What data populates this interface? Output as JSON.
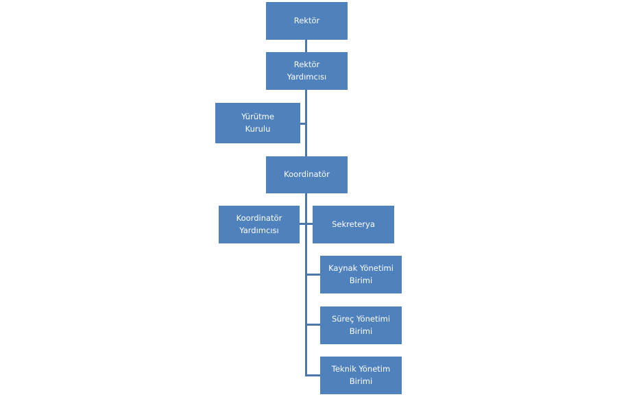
{
  "org_chart": {
    "rektor": [
      "Rektör"
    ],
    "rektor_yardimcisi": [
      "Rektör",
      "Yardımcısı"
    ],
    "yurutme_kurulu": [
      "Yürütme",
      "Kurulu"
    ],
    "koordinator": [
      "Koordinatör"
    ],
    "koordinator_yardimcisi": [
      "Koordinatör",
      "Yardımcısı"
    ],
    "sekreterya": [
      "Sekreterya"
    ],
    "kaynak_yonetimi_birimi": [
      "Kaynak Yönetimi",
      "Birimi"
    ],
    "surec_yonetimi_birimi": [
      "Süreç Yönetimi",
      "Birimi"
    ],
    "teknik_yonetim_birimi": [
      "Teknik Yönetim",
      "Birimi"
    ]
  },
  "colors": {
    "box_fill": "#4f81bd",
    "connector": "#4a77ad",
    "text": "#ffffff"
  }
}
